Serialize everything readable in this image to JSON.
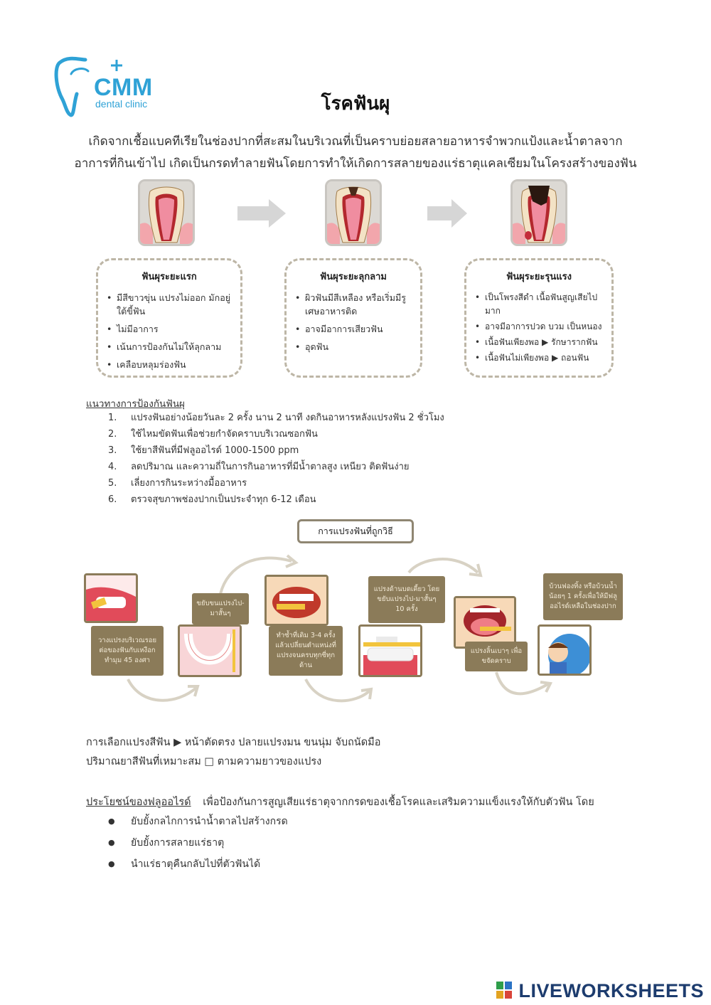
{
  "logo": {
    "brand": "CMM",
    "subtitle": "dental clinic"
  },
  "title": "โรคฟันผุ",
  "intro": [
    "เกิดจากเชื้อแบคทีเรียในช่องปากที่สะสมในบริเวณที่เป็นคราบย่อยสลายอาหารจำพวกแป้งและน้ำตาลจาก",
    "อาการที่กินเข้าไป เกิดเป็นกรดทำลายฟันโดยการทำให้เกิดการสลายของแร่ธาตุแคลเซียมในโครงสร้างของฟัน"
  ],
  "stages": [
    {
      "title": "ฟันผุระยะแรก",
      "items": [
        "มีสีขาวขุ่น แปรงไม่ออก มักอยู่ใต้ขี้ฟัน",
        "ไม่มีอาการ",
        "เน้นการป้องกันไม่ให้ลุกลาม",
        "เคลือบหลุมร่องฟัน"
      ]
    },
    {
      "title": "ฟันผุระยะลุกลาม",
      "items": [
        "ผิวฟันมีสีเหลือง หรือเริ่มมีรูเศษอาหารติด",
        "อาจมีอาการเสียวฟัน",
        "อุดฟัน"
      ]
    },
    {
      "title": "ฟันผุระยะรุนแรง",
      "items": [
        "เป็นโพรงสีดำ เนื้อฟันสูญเสียไปมาก",
        "อาจมีอาการปวด บวม เป็นหนอง",
        "เนื้อฟันเพียงพอ ▶ รักษารากฟัน",
        "เนื้อฟันไม่เพียงพอ ▶ ถอนฟัน"
      ]
    }
  ],
  "prevention": {
    "heading": "แนวทางการป้องกันฟันผุ",
    "items": [
      {
        "num": "1.",
        "text": "แปรงฟันอย่างน้อยวันละ 2 ครั้ง นาน 2 นาที งดกินอาหารหลังแปรงฟัน 2 ชั่วโมง"
      },
      {
        "num": "2.",
        "text": "ใช้ไหมขัดฟันเพื่อช่วยกำจัดคราบบริเวณซอกฟัน"
      },
      {
        "num": "3.",
        "text": "ใช้ยาสีฟันที่มีฟลูออไรด์ 1000-1500 ppm"
      },
      {
        "num": "4.",
        "text": "ลดปริมาณ และความถี่ในการกินอาหารที่มีน้ำตาลสูง เหนียว ติดฟันง่าย"
      },
      {
        "num": "5.",
        "text": "เลี่ยงการกินระหว่างมื้ออาหาร"
      },
      {
        "num": "6.",
        "text": "ตรวจสุขภาพช่องปากเป็นประจำทุก 6-12 เดือน"
      }
    ]
  },
  "brushing": {
    "title": "การแปรงฟันที่ถูกวิธี",
    "steps": [
      "วางแปรงบริเวณรอยต่อของฟันกับเหงือก ทำมุม 45 องศา",
      "ขยับขนแปรงไป-มาสั้นๆ",
      "ทำซ้ำที่เดิม 3-4 ครั้ง แล้วเปลี่ยนตำแหน่งที่แปรงจนครบทุกซี่ทุกด้าน",
      "แปรงด้านบดเคี้ยว โดยขยับแปรงไป-มาสั้นๆ 10 ครั้ง",
      "แปรงลิ้นเบาๆ เพื่อขจัดคราบ",
      "บ้วนฟองทิ้ง หรือบ้วนน้ำน้อยๆ 1 ครั้งเพื่อให้มีฟลูออไรด์เหลือในช่องปาก"
    ]
  },
  "choose_brush": "การเลือกแปรงสีฟัน ▶  หน้าตัดตรง ปลายแปรงมน ขนนุ่ม จับถนัดมือ",
  "toothpaste": "ปริมาณยาสีฟันที่เหมาะสม □ ตามความยาวของแปรง",
  "fluoride": {
    "heading": "ประโยชน์ของฟลูออไรด์",
    "text": "เพื่อป้องกันการสูญเสียแร่ธาตุจากกรดของเชื้อโรคและเสริมความแข็งแรงให้กับตัวฟัน โดย",
    "items": [
      "ยับยั้งกลไกการนำน้ำตาลไปสร้างกรด",
      "ยับยั้งการสลายแร่ธาตุ",
      "นำแร่ธาตุคืนกลับไปที่ตัวฟันได้"
    ]
  },
  "footer": {
    "brand": "LIVEWORKSHEETS"
  },
  "colors": {
    "logo_blue": "#2fa2d6",
    "khaki": "#8b7b59",
    "dashed_border": "#bdb6a6",
    "gum_pink": "#f4a3a8",
    "footer_navy": "#1d3c6e"
  }
}
